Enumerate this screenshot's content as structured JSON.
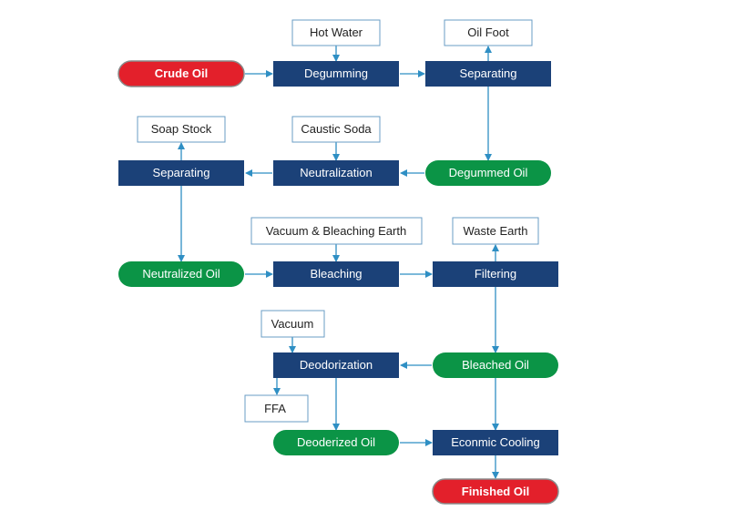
{
  "colors": {
    "process": "#1b4178",
    "intermediate": "#0b9446",
    "terminal": "#e3202b",
    "input_border": "#6a9cc4",
    "arrow": "#2f8fc4",
    "text_light": "#ffffff",
    "text_dark": "#222222"
  },
  "nodes": {
    "hot_water": "Hot Water",
    "oil_foot": "Oil Foot",
    "crude_oil": "Crude Oil",
    "degumming": "Degumming",
    "separating_1": "Separating",
    "soap_stock": "Soap Stock",
    "caustic_soda": "Caustic Soda",
    "separating_2": "Separating",
    "neutralization": "Neutralization",
    "degummed_oil": "Degummed Oil",
    "vacuum_bleaching_earth": "Vacuum & Bleaching Earth",
    "waste_earth": "Waste Earth",
    "neutralized_oil": "Neutralized Oil",
    "bleaching": "Bleaching",
    "filtering": "Filtering",
    "vacuum": "Vacuum",
    "deodorization": "Deodorization",
    "bleached_oil": "Bleached Oil",
    "ffa": "FFA",
    "deodorized_oil": "Deoderized Oil",
    "econmic_cooling": "Econmic Cooling",
    "finished_oil": "Finished Oil"
  }
}
